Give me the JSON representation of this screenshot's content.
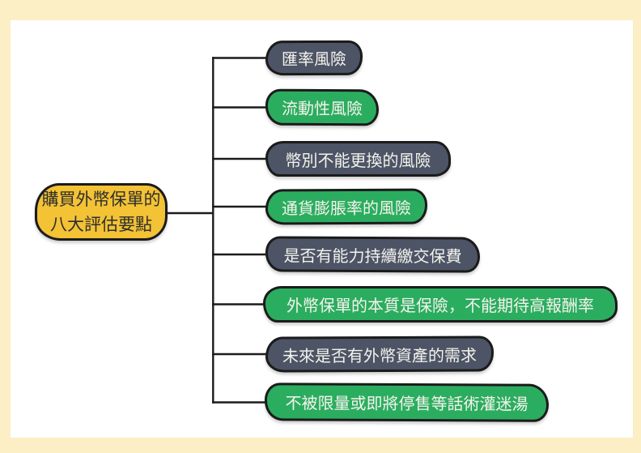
{
  "diagram": {
    "type": "mindmap",
    "root": {
      "label": "購買外幣保單的八大評估要點",
      "label_line1": "購買外幣保單的",
      "label_line2": "八大評估要點",
      "color": "#F3C235",
      "text_color": "#2E2E2E"
    },
    "branches": [
      {
        "label": "匯率風險",
        "color": "#4C5466"
      },
      {
        "label": "流動性風險",
        "color": "#2BAD5F"
      },
      {
        "label": "幣別不能更換的風險",
        "color": "#4C5466"
      },
      {
        "label": "通貨膨脹率的風險",
        "color": "#2BAD5F"
      },
      {
        "label": "是否有能力持續繳交保費",
        "color": "#4C5466"
      },
      {
        "label": "外幣保單的本質是保險，不能期待高報酬率",
        "color": "#2BAD5F"
      },
      {
        "label": "未來是否有外幣資產的需求",
        "color": "#4C5466"
      },
      {
        "label": "不被限量或即將停售等話術灌迷湯",
        "color": "#2BAD5F"
      }
    ],
    "colors": {
      "frame_background": "#FCEEC5",
      "canvas_background": "#FFFFFF",
      "dark_node": "#4C5466",
      "green_node": "#2BAD5F",
      "root_node": "#F3C235",
      "outline": "#1B1B1B",
      "branch_text": "#F4F2EC"
    }
  }
}
